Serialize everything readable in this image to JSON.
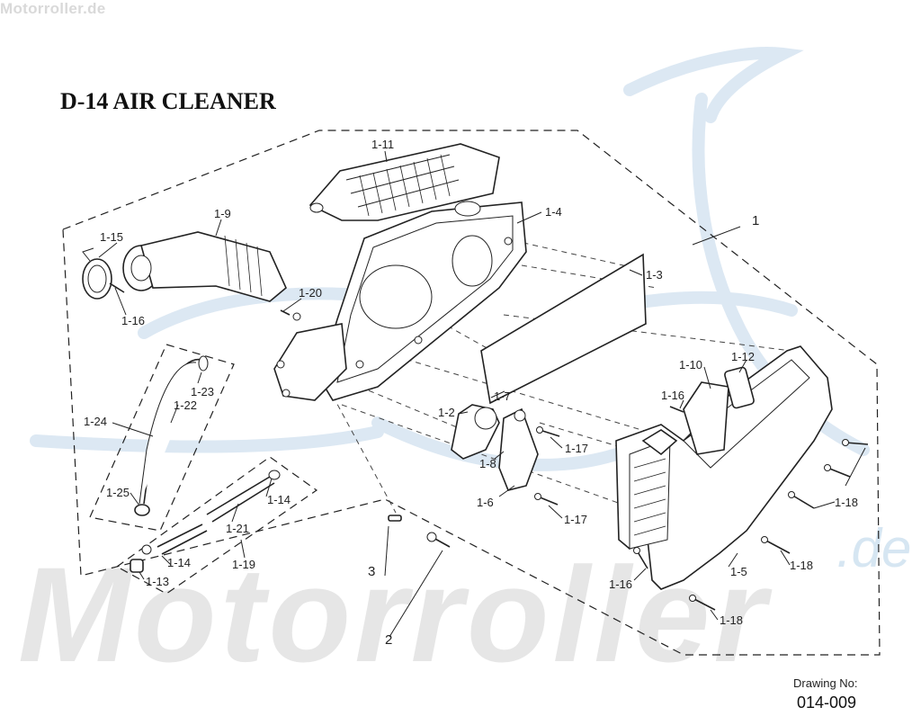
{
  "watermark_top": "Motorroller.de",
  "watermark_big": "Motorroller",
  "watermark_de": ".de",
  "title": "D-14 AIR CLEANER",
  "drawing_label": "Drawing No:",
  "drawing_number": "014-009",
  "callouts": {
    "c1": "1",
    "c2": "2",
    "c3": "3",
    "c1_2": "1-2",
    "c1_3": "1-3",
    "c1_4": "1-4",
    "c1_5": "1-5",
    "c1_6": "1-6",
    "c1_7": "1-7",
    "c1_8": "1-8",
    "c1_9": "1-9",
    "c1_10": "1-10",
    "c1_11": "1-11",
    "c1_12": "1-12",
    "c1_13": "1-13",
    "c1_14a": "1-14",
    "c1_14b": "1-14",
    "c1_15": "1-15",
    "c1_16a": "1-16",
    "c1_16b": "1-16",
    "c1_16c": "1-16",
    "c1_17a": "1-17",
    "c1_17b": "1-17",
    "c1_18a": "1-18",
    "c1_18b": "1-18",
    "c1_18c": "1-18",
    "c1_19": "1-19",
    "c1_20": "1-20",
    "c1_21": "1-21",
    "c1_22": "1-22",
    "c1_23": "1-23",
    "c1_24": "1-24",
    "c1_25": "1-25"
  },
  "colors": {
    "watermark": "#dcdcdc",
    "watermark_blue": "#d6e6f2",
    "line": "#222222"
  }
}
